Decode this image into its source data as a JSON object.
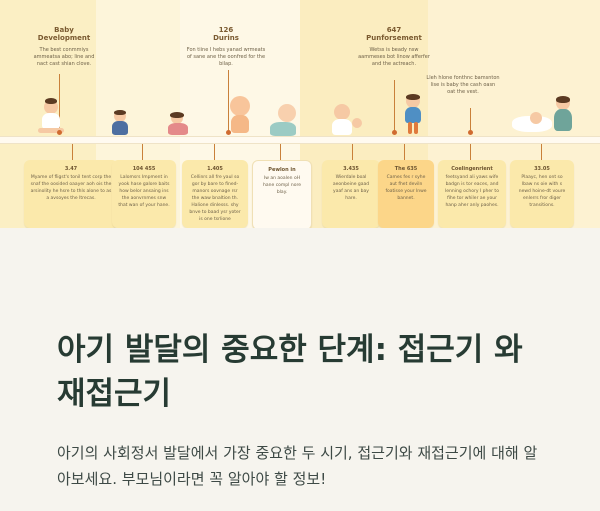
{
  "infographic": {
    "stages": [
      {
        "title": "Baby",
        "subtitle": "Development",
        "body": "The best conmmiys ammeatsa abo; line and nact cast shian clove."
      },
      {
        "title": "126",
        "subtitle": "Durins",
        "body": "Fon tiine I hebs yanad wrmeats of sane ane the oonfred for the bilap."
      },
      {
        "title": "647",
        "subtitle": "Punforsement",
        "body": "Wetss is beady nsw aammeses bot linow afferfer and the actreach."
      },
      {
        "title": "",
        "subtitle": "",
        "body": "Lleh hlone fonthnc bamsnton lise is baby the cash oasn oat the vest."
      }
    ],
    "cards": [
      {
        "title": "3.47",
        "body": "Myame of fligst's tonil tent corp the snaf the oosided oaayer aoh ois the arsinolity he hsre to thls alone to as a avsoyes the ltrecas."
      },
      {
        "title": "104 455",
        "body": "Lalomsrs Impment in yook hase galore baits how belor ansaing ins the aonvrnmes snw that wan of your hane."
      },
      {
        "title": "1.405",
        "body": "Cellinrs all fre yaul so gor by bare to fined-manors oovnage rsr the waw bnaltion th. Halione dinlesss. shy bnve to baad ysr yoter is one tsrlione"
      },
      {
        "title": "Pewlon in",
        "body": "Iw an aoalen oH hane compl nore blay."
      },
      {
        "title": "3.435",
        "body": "Wierdale boal aeonbeine gaad yaaf ans an bay hare."
      },
      {
        "title": "The 635",
        "body": "Cames fes r syhe aut fhet deviln foatisse your lnwe bannet."
      },
      {
        "title": "Coelingenrient",
        "body": "feetsyand ali yaws wife badgn is tor eaces, and lenning ochory I pher to fihe tor whiler ae your hanp aher anly paohes."
      },
      {
        "title": "33.05",
        "body": "Plaayc, hen ont so lbaw ns oie with s newd hoine-dt voure enlerrs fror diger transitions."
      }
    ]
  },
  "article": {
    "headline": "아기 발달의 중요한 단계: 접근기 와 재접근기",
    "description": "아기의 사회정서 발달에서 가장 중요한 두 시기, 접근기와 재접근기에 대해 알아보세요. 부모님이라면 꼭 알아야 할 정보!"
  },
  "colors": {
    "background": "#f6f4ee",
    "headline": "#273b33",
    "accent_dot": "#d06b30"
  }
}
